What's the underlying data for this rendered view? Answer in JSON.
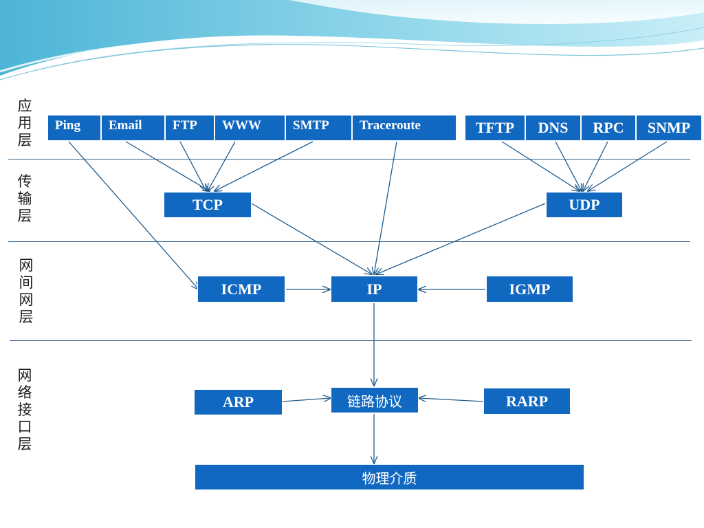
{
  "layers": {
    "application": "应用层",
    "transport": "传输层",
    "internet": "网间网层",
    "network_interface": "网络接口层"
  },
  "application_protocols": {
    "tcp_group": [
      "Ping",
      "Email",
      "FTP",
      "WWW",
      "SMTP",
      "Traceroute"
    ],
    "udp_group": [
      "TFTP",
      "DNS",
      "RPC",
      "SNMP"
    ]
  },
  "transport_protocols": {
    "tcp": "TCP",
    "udp": "UDP"
  },
  "internet_protocols": {
    "icmp": "ICMP",
    "ip": "IP",
    "igmp": "IGMP"
  },
  "network_interface_protocols": {
    "arp": "ARP",
    "link": "链路协议",
    "rarp": "RARP"
  },
  "physical_medium": "物理介质",
  "colors": {
    "box": "#1168c0",
    "box_text": "#ffffff",
    "line": "#1f5a8c",
    "divider": "#2f5f8a",
    "wave": "#63c3dc"
  }
}
